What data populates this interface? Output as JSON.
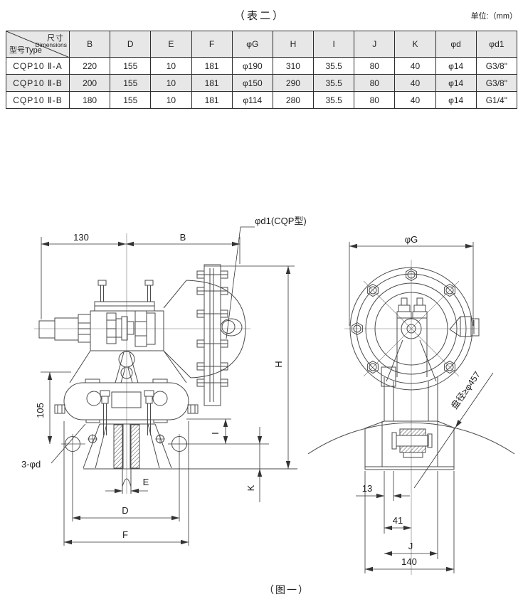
{
  "page": {
    "table_title": "（表二）",
    "unit_note": "单位:（mm）",
    "figure_caption": "（图一）"
  },
  "table": {
    "corner": {
      "top": "尺寸",
      "top_sub": "Dimensions",
      "bottom": "型号Type"
    },
    "columns": [
      "B",
      "D",
      "E",
      "F",
      "φG",
      "H",
      "I",
      "J",
      "K",
      "φd",
      "φd1"
    ],
    "rows": [
      {
        "model": "CQP10 Ⅱ-A",
        "values": [
          "220",
          "155",
          "10",
          "181",
          "φ190",
          "310",
          "35.5",
          "80",
          "40",
          "φ14",
          "G3/8\""
        ]
      },
      {
        "model": "CQP10 Ⅱ-B",
        "values": [
          "200",
          "155",
          "10",
          "181",
          "φ150",
          "290",
          "35.5",
          "80",
          "40",
          "φ14",
          "G3/8\""
        ]
      },
      {
        "model": "CQP10 Ⅱ-B",
        "values": [
          "180",
          "155",
          "10",
          "181",
          "φ114",
          "280",
          "35.5",
          "80",
          "40",
          "φ14",
          "G1/4\""
        ]
      }
    ]
  },
  "front_view": {
    "dim_130": "130",
    "dim_B": "B",
    "port_label": "φd1(CQP型)",
    "dim_H": "H",
    "dim_105": "105",
    "holes_label": "3-φd",
    "dim_I": "I",
    "dim_K": "K",
    "dim_E": "E",
    "dim_D": "D",
    "dim_F": "F"
  },
  "side_view": {
    "dim_G": "φG",
    "drum_note": "盘径≥φ457",
    "dim_13": "13",
    "dim_41": "41",
    "dim_J": "J",
    "dim_140": "140"
  }
}
